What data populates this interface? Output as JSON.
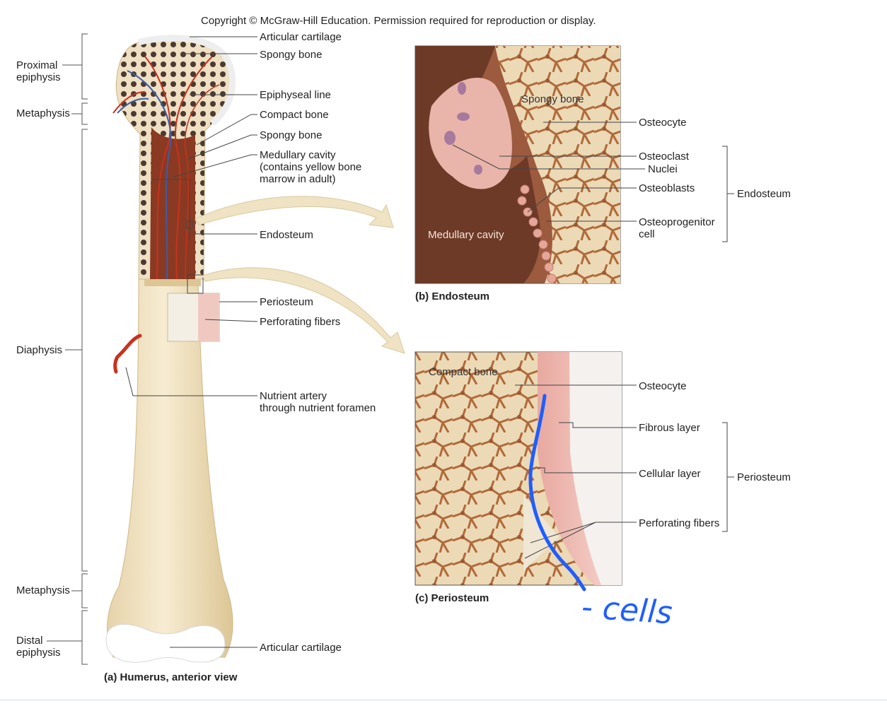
{
  "copyright": "Copyright © McGraw-Hill Education. Permission required for reproduction or display.",
  "left_regions": {
    "proximal_epiphysis": "Proximal\nepiphysis",
    "metaphysis_top": "Metaphysis",
    "diaphysis": "Diaphysis",
    "metaphysis_bottom": "Metaphysis",
    "distal_epiphysis": "Distal\nepiphysis"
  },
  "humerus_labels": {
    "articular_cartilage_top": "Articular cartilage",
    "spongy_bone_top": "Spongy bone",
    "epiphyseal_line": "Epiphyseal line",
    "compact_bone": "Compact bone",
    "spongy_bone_mid": "Spongy bone",
    "medullary_cavity": "Medullary cavity\n(contains yellow bone\nmarrow in adult)",
    "endosteum": "Endosteum",
    "periosteum": "Periosteum",
    "perforating_fibers": "Perforating fibers",
    "nutrient_artery": "Nutrient artery\nthrough nutrient foramen",
    "articular_cartilage_bottom": "Articular cartilage"
  },
  "captions": {
    "humerus": "(a) Humerus, anterior view",
    "endosteum": "(b) Endosteum",
    "periosteum": "(c) Periosteum"
  },
  "panel_b": {
    "spongy_bone": "Spongy bone",
    "medullary_cavity": "Medullary cavity",
    "osteocyte": "Osteocyte",
    "osteoclast": "Osteoclast",
    "nuclei": "Nuclei",
    "osteoblasts": "Osteoblasts",
    "osteoprogenitor": "Osteoprogenitor\ncell",
    "group": "Endosteum"
  },
  "panel_c": {
    "compact_bone": "Compact bone",
    "osteocyte": "Osteocyte",
    "fibrous_layer": "Fibrous layer",
    "cellular_layer": "Cellular layer",
    "perforating_fibers": "Perforating fibers",
    "group": "Periosteum"
  },
  "annotation": "- cells",
  "colors": {
    "bone": "#f0e2c0",
    "marrow": "#8a3a22",
    "artery": "#c8321e",
    "vein": "#3a5ca8",
    "ink": "#1f5eff"
  }
}
